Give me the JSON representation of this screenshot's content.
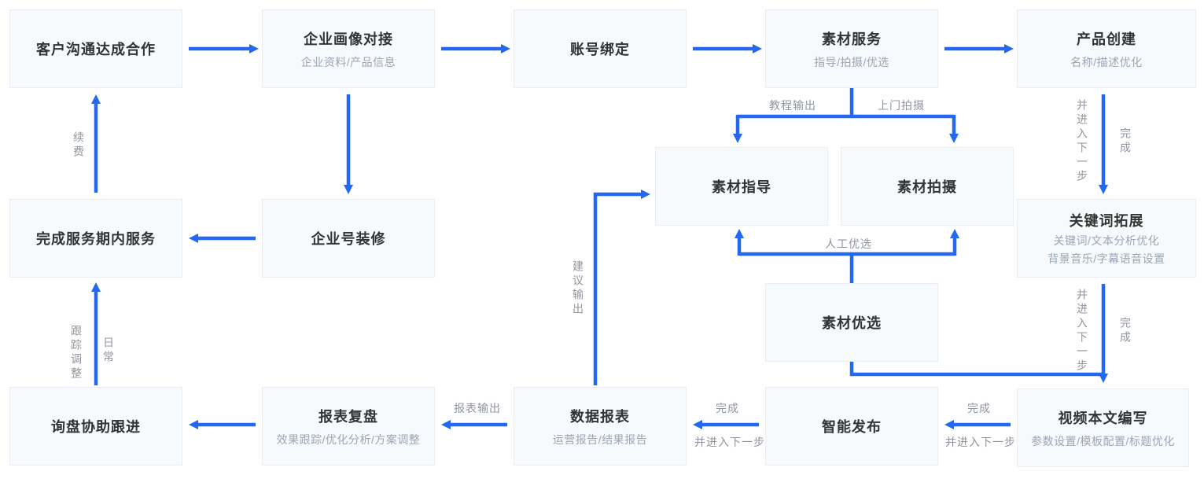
{
  "diagram": {
    "type": "flowchart",
    "colors": {
      "arrow": "#2468F2",
      "box_background": "#F7FAFC",
      "box_border": "#E9EEF4",
      "title_text": "#333333",
      "subtitle_text": "#9CA5B2",
      "edge_label_text": "#8F959E"
    },
    "nodes": {
      "communicate": {
        "title": "客户沟通达成合作"
      },
      "profile": {
        "title": "企业画像对接",
        "subtitle": "企业资料/产品信息"
      },
      "bind": {
        "title": "账号绑定"
      },
      "material_service": {
        "title": "素材服务",
        "subtitle": "指导/拍摄/优选"
      },
      "product_create": {
        "title": "产品创建",
        "subtitle": "名称/描述优化"
      },
      "material_guide": {
        "title": "素材指导"
      },
      "material_shoot": {
        "title": "素材拍摄"
      },
      "keyword_expand": {
        "title": "关键词拓展",
        "subtitle": "关键词/文本分析优化",
        "subtitle2": "背景音乐/字幕语音设置"
      },
      "material_select": {
        "title": "素材优选"
      },
      "service_done": {
        "title": "完成服务期内服务"
      },
      "account_decorate": {
        "title": "企业号装修"
      },
      "inquiry": {
        "title": "询盘协助跟进"
      },
      "report_review": {
        "title": "报表复盘",
        "subtitle": "效果跟踪/优化分析/方案调整"
      },
      "data_report": {
        "title": "数据报表",
        "subtitle": "运营报告/结果报告"
      },
      "smart_publish": {
        "title": "智能发布"
      },
      "video_script": {
        "title": "视频本文编写",
        "subtitle": "参数设置/模板配置/标题优化"
      }
    },
    "edge_labels": {
      "renew": "续费",
      "tutorial_output": "教程输出",
      "onsite_shoot": "上门拍摄",
      "complete": "完成",
      "and_next": "并进入下一步",
      "manual_select": "人工优选",
      "advice_output": "建议输出",
      "report_output": "报表输出",
      "track_adjust": "跟踪调整",
      "daily": "日常"
    }
  }
}
